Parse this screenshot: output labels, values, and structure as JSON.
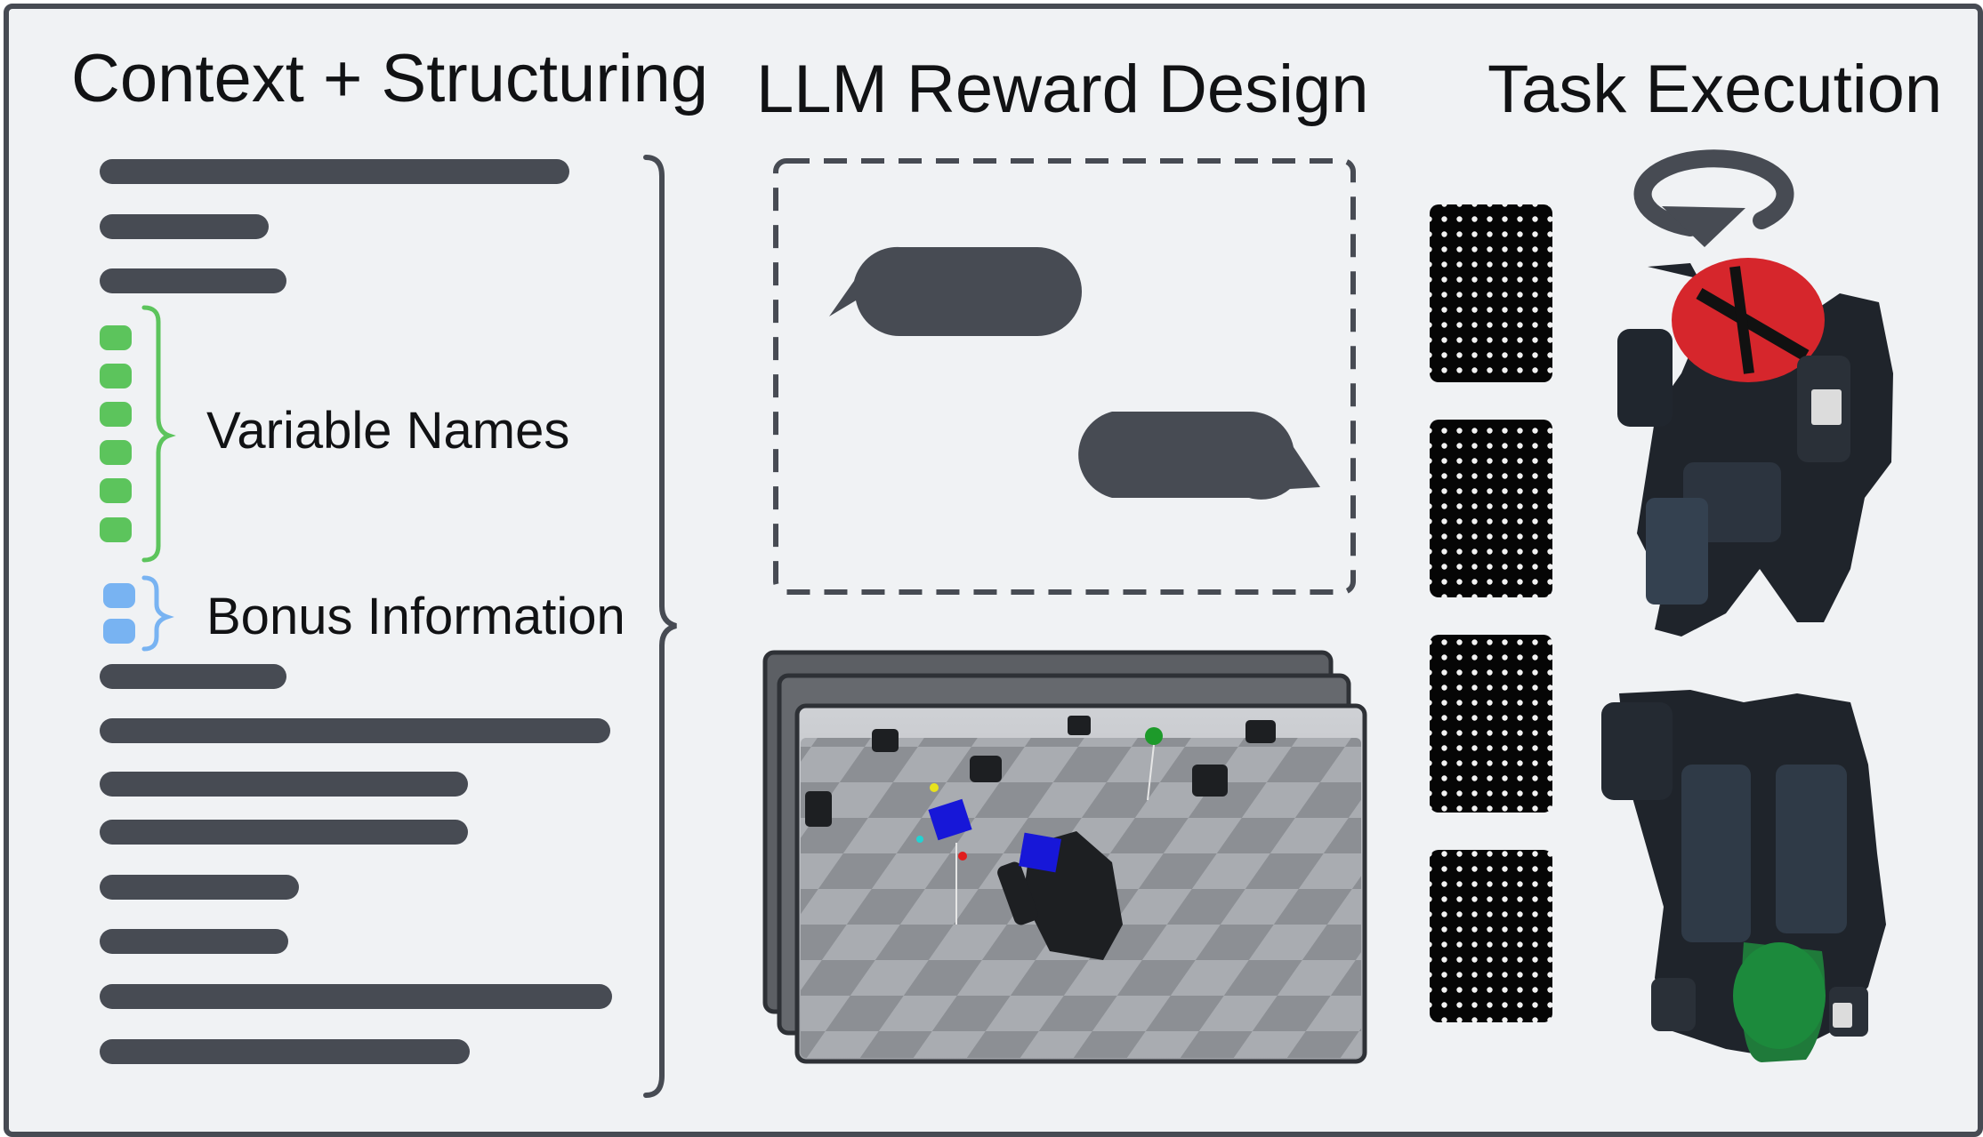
{
  "headings": {
    "context": "Context + Structuring",
    "reward": "LLM Reward Design",
    "execution": "Task Execution"
  },
  "labels": {
    "variable_names": "Variable Names",
    "bonus_information": "Bonus Information"
  },
  "colors": {
    "frame": "#474b53",
    "background": "#f0f2f4",
    "text_bars": "#474b53",
    "variable_names": "#5cc45c",
    "bonus_information": "#78b3f2"
  },
  "icons": {
    "rotate": "rotate-arrow-icon",
    "chat_left": "speech-bubble-left-icon",
    "chat_right": "speech-bubble-right-icon"
  }
}
